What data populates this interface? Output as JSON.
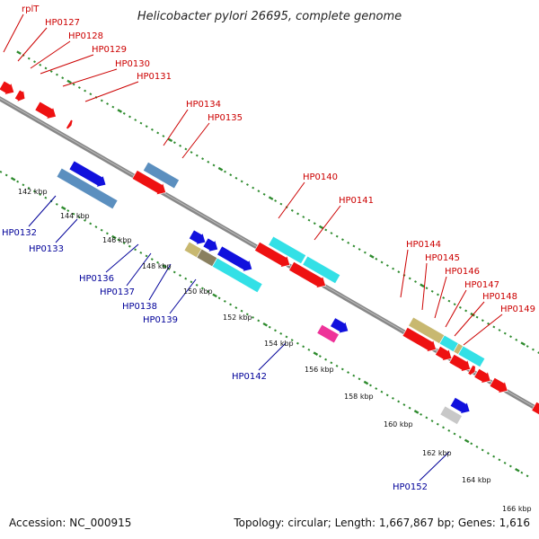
{
  "title": "Helicobacter pylori 26695, complete genome",
  "footer": {
    "accession": "Accession: NC_000915",
    "summary": "Topology: circular; Length: 1,667,867 bp; Genes: 1,616"
  },
  "colors": {
    "backbone": "#888888",
    "tick": "#2e8b2e",
    "red": "#ee1111",
    "blue": "#1111dd",
    "steelblue": "#5b8fbf",
    "cyan": "#33e0e6",
    "khaki": "#c8b870",
    "magenta": "#ee3399",
    "grey": "#c8c8c8",
    "olive": "#8a8060",
    "label_red": "#cc0000",
    "label_blue": "#000099"
  },
  "tick_labels": [
    "142 kbp",
    "144 kbp",
    "146 kbp",
    "148 kbp",
    "150 kbp",
    "152 kbp",
    "154 kbp",
    "156 kbp",
    "158 kbp",
    "160 kbp",
    "162 kbp",
    "164 kbp",
    "166 kbp"
  ],
  "top_labels": [
    "rplT",
    "HP0127",
    "HP0128",
    "HP0129",
    "HP0130",
    "HP0131",
    "HP0134",
    "HP0135",
    "HP0140",
    "HP0141",
    "HP0144",
    "HP0145",
    "HP0146",
    "HP0147",
    "HP0148",
    "HP0149"
  ],
  "bottom_labels": [
    "HP0132",
    "HP0133",
    "HP0136",
    "HP0137",
    "HP0138",
    "HP0139",
    "HP0142",
    "HP0152"
  ]
}
